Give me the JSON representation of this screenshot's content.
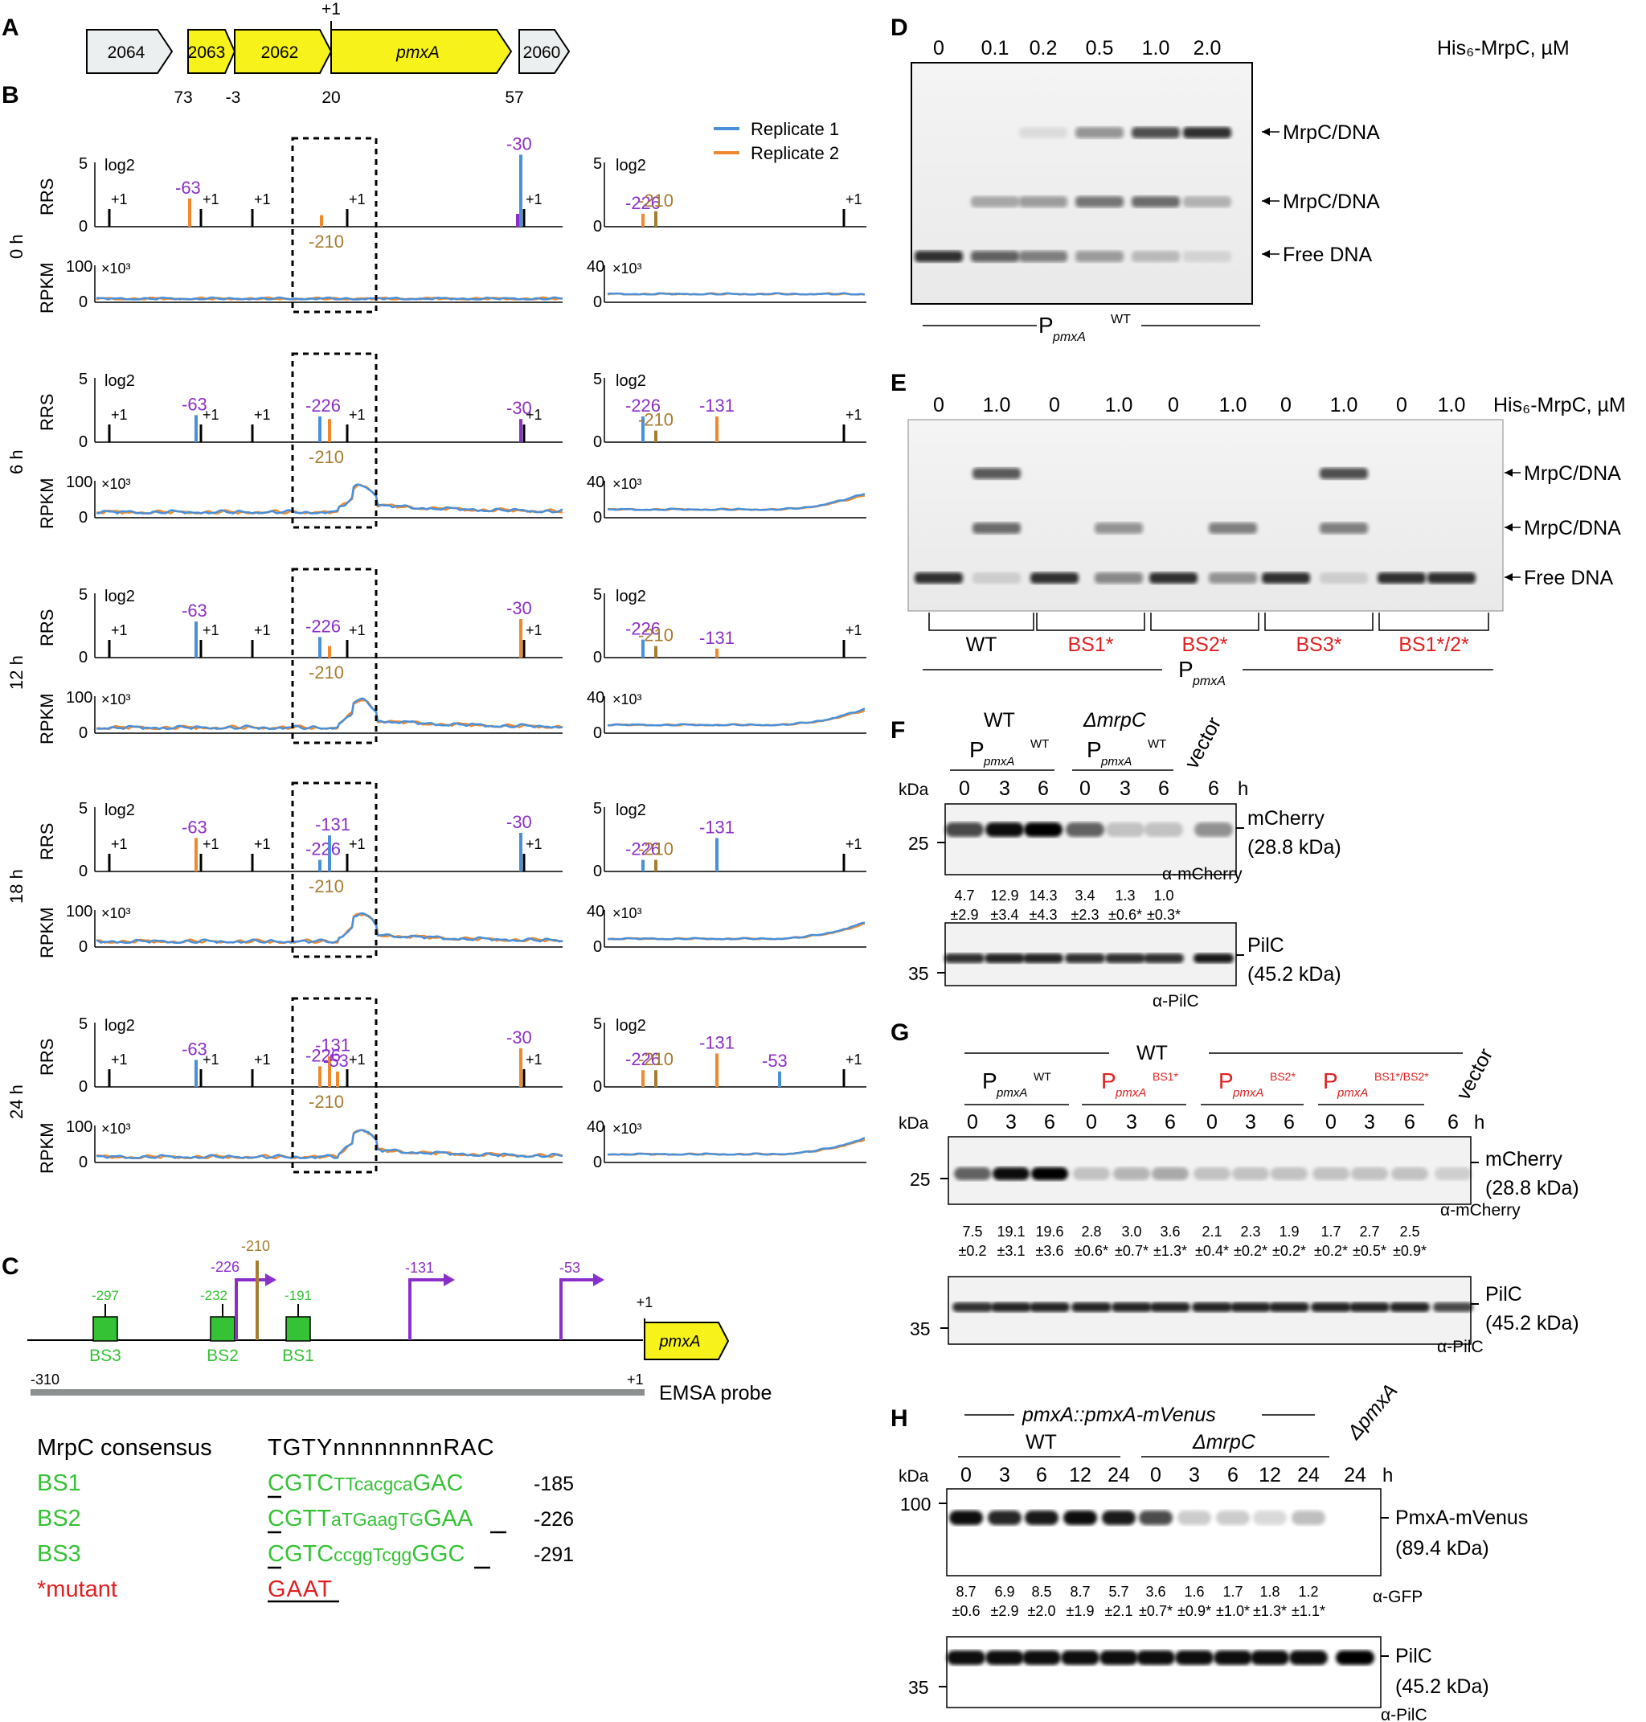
{
  "panel_letters": {
    "A": "A",
    "B": "B",
    "C": "C",
    "D": "D",
    "E": "E",
    "F": "F",
    "G": "G",
    "H": "H"
  },
  "colors": {
    "rep1": "#4A90D9",
    "rep2": "#F0892E",
    "purple": "#8B2FC9",
    "brown": "#A77B2E",
    "green": "#35C235",
    "red": "#E02020",
    "yellow": "#F7F31A",
    "grey_gene": "#ECEFEF"
  },
  "panelA": {
    "genes": [
      "2064",
      "2063",
      "2062",
      "pmxA",
      "2060"
    ],
    "numbers": [
      "73",
      "-3",
      "20",
      "57"
    ],
    "plus1": "+1"
  },
  "panelB": {
    "legend": [
      "Replicate 1",
      "Replicate 2"
    ],
    "times": [
      "0 h",
      "6 h",
      "12 h",
      "18 h",
      "24 h"
    ],
    "rrs_label": "RRS",
    "rpkm_label": "RPKM",
    "log2": "log2",
    "x1000": "×10³",
    "rrs_ticks": [
      "5",
      "0"
    ],
    "rpkm_ticks_left": [
      "100",
      "0"
    ],
    "rpkm_ticks_right": [
      "40",
      "0"
    ],
    "plus1": "+1",
    "tss": {
      "n63": "-63",
      "n226": "-226",
      "n210": "-210",
      "n131": "-131",
      "n53": "-53",
      "n30": "-30"
    }
  },
  "panelC": {
    "sites": [
      "BS3",
      "BS2",
      "BS1"
    ],
    "site_pos": [
      "-297",
      "-232",
      "-191"
    ],
    "tss": [
      "-226",
      "-210",
      "-131",
      "-53"
    ],
    "gene": "pmxA",
    "plus1": "+1",
    "probe_start": "-310",
    "probe_end": "+1",
    "probe_label": "EMSA probe",
    "consensus_label": "MrpC consensus",
    "consensus_seq": "TGTYnnnnnnnnRAC",
    "rows": [
      {
        "name": "BS1",
        "p1": "C",
        "p2": "GTC",
        "p3": "TTcacgca",
        "p4": "GAC",
        "end": "-185"
      },
      {
        "name": "BS2",
        "p1": "C",
        "p2": "GTT",
        "p3": "aTGaagTG",
        "p4": "GAA",
        "end": "-226"
      },
      {
        "name": "BS3",
        "p1": "C",
        "p2": "GTC",
        "p3": "ccggTcgg",
        "p4": "GGC",
        "end": "-291"
      }
    ],
    "mutant_label": "*mutant",
    "mutant_seq": "GAAT"
  },
  "panelD": {
    "concentrations": [
      "0",
      "0.1",
      "0.2",
      "0.5",
      "1.0",
      "2.0"
    ],
    "header": "His₆-MrpC, µM",
    "bands": [
      "MrpC/DNA",
      "MrpC/DNA",
      "Free DNA"
    ],
    "probe_P": "P",
    "probe_sub": "pmxA",
    "probe_sup": "WT"
  },
  "panelE": {
    "concentrations": [
      "0",
      "1.0",
      "0",
      "1.0",
      "0",
      "1.0",
      "0",
      "1.0",
      "0",
      "1.0"
    ],
    "header": "His₆-MrpC, µM",
    "bands": [
      "MrpC/DNA",
      "MrpC/DNA",
      "Free DNA"
    ],
    "groups": [
      "WT",
      "BS1*",
      "BS2*",
      "BS3*",
      "BS1*/2*"
    ],
    "probe_P": "P",
    "probe_sub": "pmxA"
  },
  "panelF": {
    "strain1": "WT",
    "strain2": "ΔmrpC",
    "promoter_P": "P",
    "promoter_sub": "pmxA",
    "promoter_sup": "WT",
    "vector": "vector",
    "times": [
      "0",
      "3",
      "6",
      "0",
      "3",
      "6",
      "6"
    ],
    "h": "h",
    "kda": "kDa",
    "marker_top": "25",
    "marker_bottom": "35",
    "band_top": "mCherry",
    "band_top_kda": "(28.8 kDa)",
    "ab_top": "α-mCherry",
    "band_bottom": "PilC",
    "band_bottom_kda": "(45.2 kDa)",
    "ab_bottom": "α-PilC",
    "quant_mean": [
      "4.7",
      "12.9",
      "14.3",
      "3.4",
      "1.3",
      "1.0"
    ],
    "quant_sd": [
      "±2.9",
      "±3.4",
      "±4.3",
      "±2.3",
      "±0.6*",
      "±0.3*"
    ]
  },
  "panelG": {
    "wt": "WT",
    "promoters": [
      {
        "P": "P",
        "sub": "pmxA",
        "sup": "WT"
      },
      {
        "P": "P",
        "sub": "pmxA",
        "sup": "BS1*"
      },
      {
        "P": "P",
        "sub": "pmxA",
        "sup": "BS2*"
      },
      {
        "P": "P",
        "sub": "pmxA",
        "sup": "BS1*/BS2*"
      }
    ],
    "vector": "vector",
    "times": [
      "0",
      "3",
      "6",
      "0",
      "3",
      "6",
      "0",
      "3",
      "6",
      "0",
      "3",
      "6",
      "6"
    ],
    "h": "h",
    "kda": "kDa",
    "marker_top": "25",
    "marker_bottom": "35",
    "band_top": "mCherry",
    "band_top_kda": "(28.8 kDa)",
    "ab_top": "α-mCherry",
    "band_bottom": "PilC",
    "band_bottom_kda": "(45.2 kDa)",
    "ab_bottom": "α-PilC",
    "quant_mean": [
      "7.5",
      "19.1",
      "19.6",
      "2.8",
      "3.0",
      "3.6",
      "2.1",
      "2.3",
      "1.9",
      "1.7",
      "2.7",
      "2.5"
    ],
    "quant_sd": [
      "±0.2",
      "±3.1",
      "±3.6",
      "±0.6*",
      "±0.7*",
      "±1.3*",
      "±0.4*",
      "±0.2*",
      "±0.2*",
      "±0.2*",
      "±0.5*",
      "±0.9*"
    ]
  },
  "panelH": {
    "construct": "pmxA::pmxA-mVenus",
    "strain1": "WT",
    "strain2": "ΔmrpC",
    "strain3": "ΔpmxA",
    "times": [
      "0",
      "3",
      "6",
      "12",
      "24",
      "0",
      "3",
      "6",
      "12",
      "24",
      "24"
    ],
    "h": "h",
    "kda": "kDa",
    "marker_top": "100",
    "marker_bottom": "35",
    "band_top": "PmxA-mVenus",
    "band_top_kda": "(89.4 kDa)",
    "ab_top": "α-GFP",
    "band_bottom": "PilC",
    "band_bottom_kda": "(45.2 kDa)",
    "ab_bottom": "α-PilC",
    "quant_mean": [
      "8.7",
      "6.9",
      "8.5",
      "8.7",
      "5.7",
      "3.6",
      "1.6",
      "1.7",
      "1.8",
      "1.2"
    ],
    "quant_sd": [
      "±0.6",
      "±2.9",
      "±2.0",
      "±1.9",
      "±2.1",
      "±0.7*",
      "±0.9*",
      "±1.0*",
      "±1.3*",
      "±1.1*"
    ]
  }
}
